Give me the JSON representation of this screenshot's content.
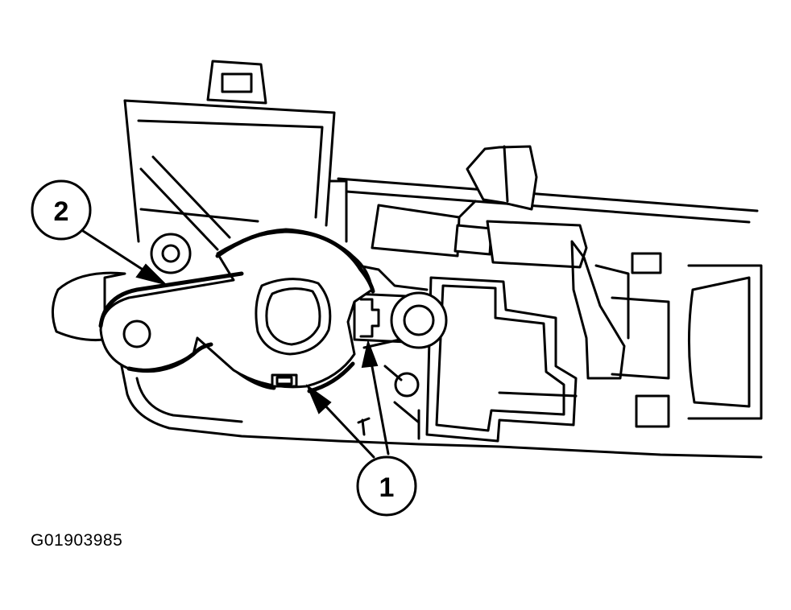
{
  "callouts": [
    {
      "label": "2"
    },
    {
      "label": "1"
    }
  ],
  "figure_id": "G01903985"
}
